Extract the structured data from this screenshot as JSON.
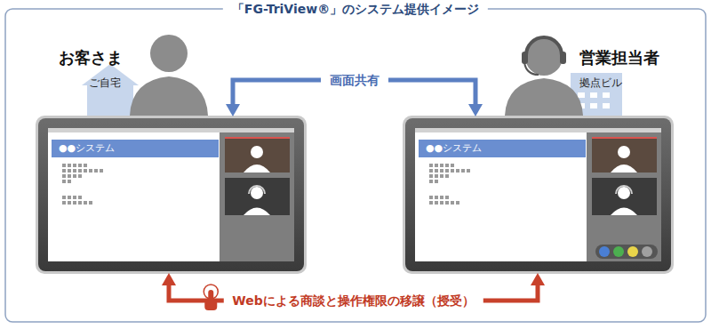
{
  "diagram": {
    "title": "「FG-TriView®」のシステム提供イメージ",
    "nodes": [
      {
        "text": [
          "●●システム"
        ]
      },
      {
        "text": [
          "●●システム"
        ]
      }
    ],
    "edges": [
      {
        "from": 0,
        "to": 1,
        "arrow": "both",
        "label": "画面共有"
      },
      {
        "from": 0,
        "to": 1,
        "arrow": "both",
        "label": "Webによる商談と操作権限の移譲（授受）"
      }
    ],
    "labels": [
      "お客さま",
      "ご自宅",
      "営業担当者",
      "拠点ビル"
    ]
  }
}
